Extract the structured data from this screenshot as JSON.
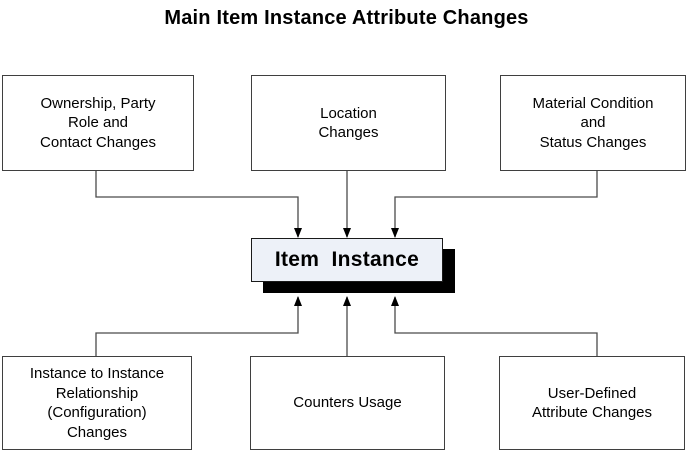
{
  "title": "Main Item Instance Attribute Changes",
  "center_box": {
    "label": "Item  Instance"
  },
  "top_boxes": [
    {
      "label": "Ownership, Party\nRole and\nContact Changes"
    },
    {
      "label": "Location\nChanges"
    },
    {
      "label": "Material Condition\nand\nStatus Changes"
    }
  ],
  "bottom_boxes": [
    {
      "label": "Instance to Instance\nRelationship\n(Configuration)\nChanges"
    },
    {
      "label": "Counters Usage"
    },
    {
      "label": "User-Defined\nAttribute Changes"
    }
  ],
  "colors": {
    "background": "#ffffff",
    "text": "#000000",
    "box_border": "#3f3f3f",
    "box_fill": "#ffffff",
    "center_fill": "#edf1f8",
    "center_border": "#1a1a1a",
    "center_shadow": "#000000",
    "connector": "#4a4a4a",
    "arrowhead": "#000000"
  }
}
